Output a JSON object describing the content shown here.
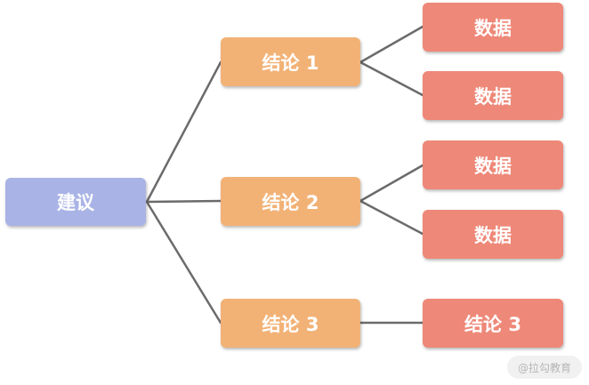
{
  "colors": {
    "root": "#a9b3e6",
    "conclusion": "#f2b276",
    "leaf": "#ee8878",
    "connector": "#6b6b6b"
  },
  "diagram": {
    "root": {
      "label": "建议"
    },
    "conclusions": [
      {
        "label": "结论 1",
        "children": [
          "数据",
          "数据"
        ]
      },
      {
        "label": "结论 2",
        "children": [
          "数据",
          "数据"
        ]
      },
      {
        "label": "结论 3",
        "children": [
          "结论 3"
        ]
      }
    ]
  },
  "watermark": {
    "text": "@拉勾教育"
  }
}
